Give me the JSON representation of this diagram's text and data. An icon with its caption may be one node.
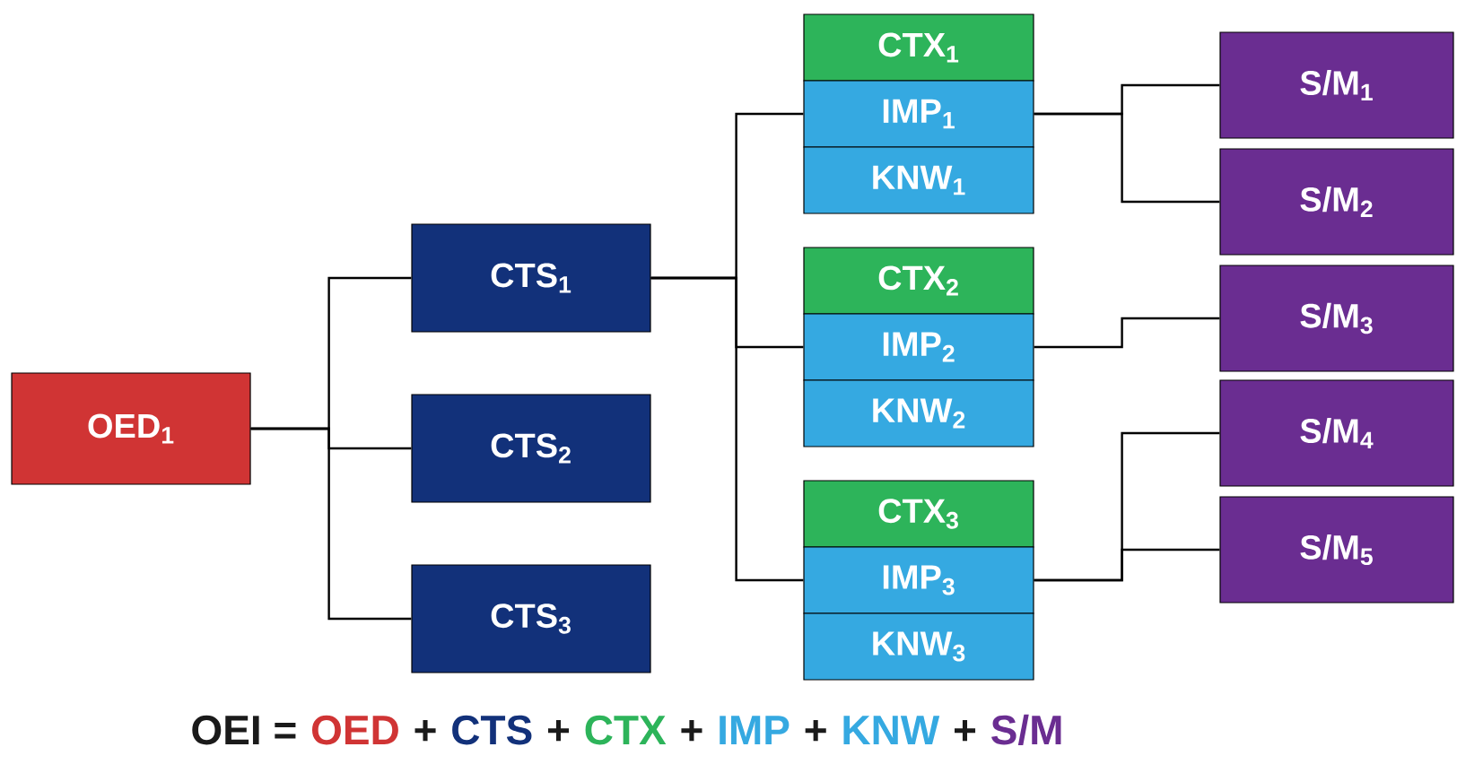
{
  "diagram": {
    "nodes": [
      {
        "text": [
          "OED$_{1}$"
        ]
      },
      {
        "text": [
          "CTS$_{1}$"
        ]
      },
      {
        "text": [
          "CTS$_{2}$"
        ]
      },
      {
        "text": [
          "CTS$_{3}$"
        ]
      },
      {
        "text": [
          "CTX$_{1}$"
        ]
      },
      {
        "text": [
          "IMP$_{1}$"
        ]
      },
      {
        "text": [
          "KNW$_{1}$"
        ]
      },
      {
        "text": [
          "CTX$_{2}$"
        ]
      },
      {
        "text": [
          "IMP$_{2}$"
        ]
      },
      {
        "text": [
          "KNW$_{2}$"
        ]
      },
      {
        "text": [
          "CTX$_{3}$"
        ]
      },
      {
        "text": [
          "IMP$_{3}$"
        ]
      },
      {
        "text": [
          "KNW$_{3}$"
        ]
      },
      {
        "text": [
          "S/M$_{1}$"
        ]
      },
      {
        "text": [
          "S/M$_{2}$"
        ]
      },
      {
        "text": [
          "S/M$_{3}$"
        ]
      },
      {
        "text": [
          "S/M$_{4}$"
        ]
      },
      {
        "text": [
          "S/M$_{5}$"
        ]
      }
    ],
    "edges": [
      {
        "from": 0,
        "to": 1,
        "arrow": "none"
      },
      {
        "from": 0,
        "to": 2,
        "arrow": "none"
      },
      {
        "from": 0,
        "to": 3,
        "arrow": "none"
      },
      {
        "from": 1,
        "to": 5,
        "arrow": "none"
      },
      {
        "from": 1,
        "to": 8,
        "arrow": "none"
      },
      {
        "from": 1,
        "to": 11,
        "arrow": "none"
      },
      {
        "from": 5,
        "to": 13,
        "arrow": "none"
      },
      {
        "from": 5,
        "to": 14,
        "arrow": "none"
      },
      {
        "from": 8,
        "to": 15,
        "arrow": "none"
      },
      {
        "from": 11,
        "to": 16,
        "arrow": "none"
      },
      {
        "from": 11,
        "to": 17,
        "arrow": "none"
      }
    ],
    "labels": [
      "OEI =",
      "OED",
      "+",
      "CTS",
      "+",
      "CTX",
      "+",
      "IMP",
      "+",
      "KNW",
      "+",
      "S/M"
    ]
  }
}
